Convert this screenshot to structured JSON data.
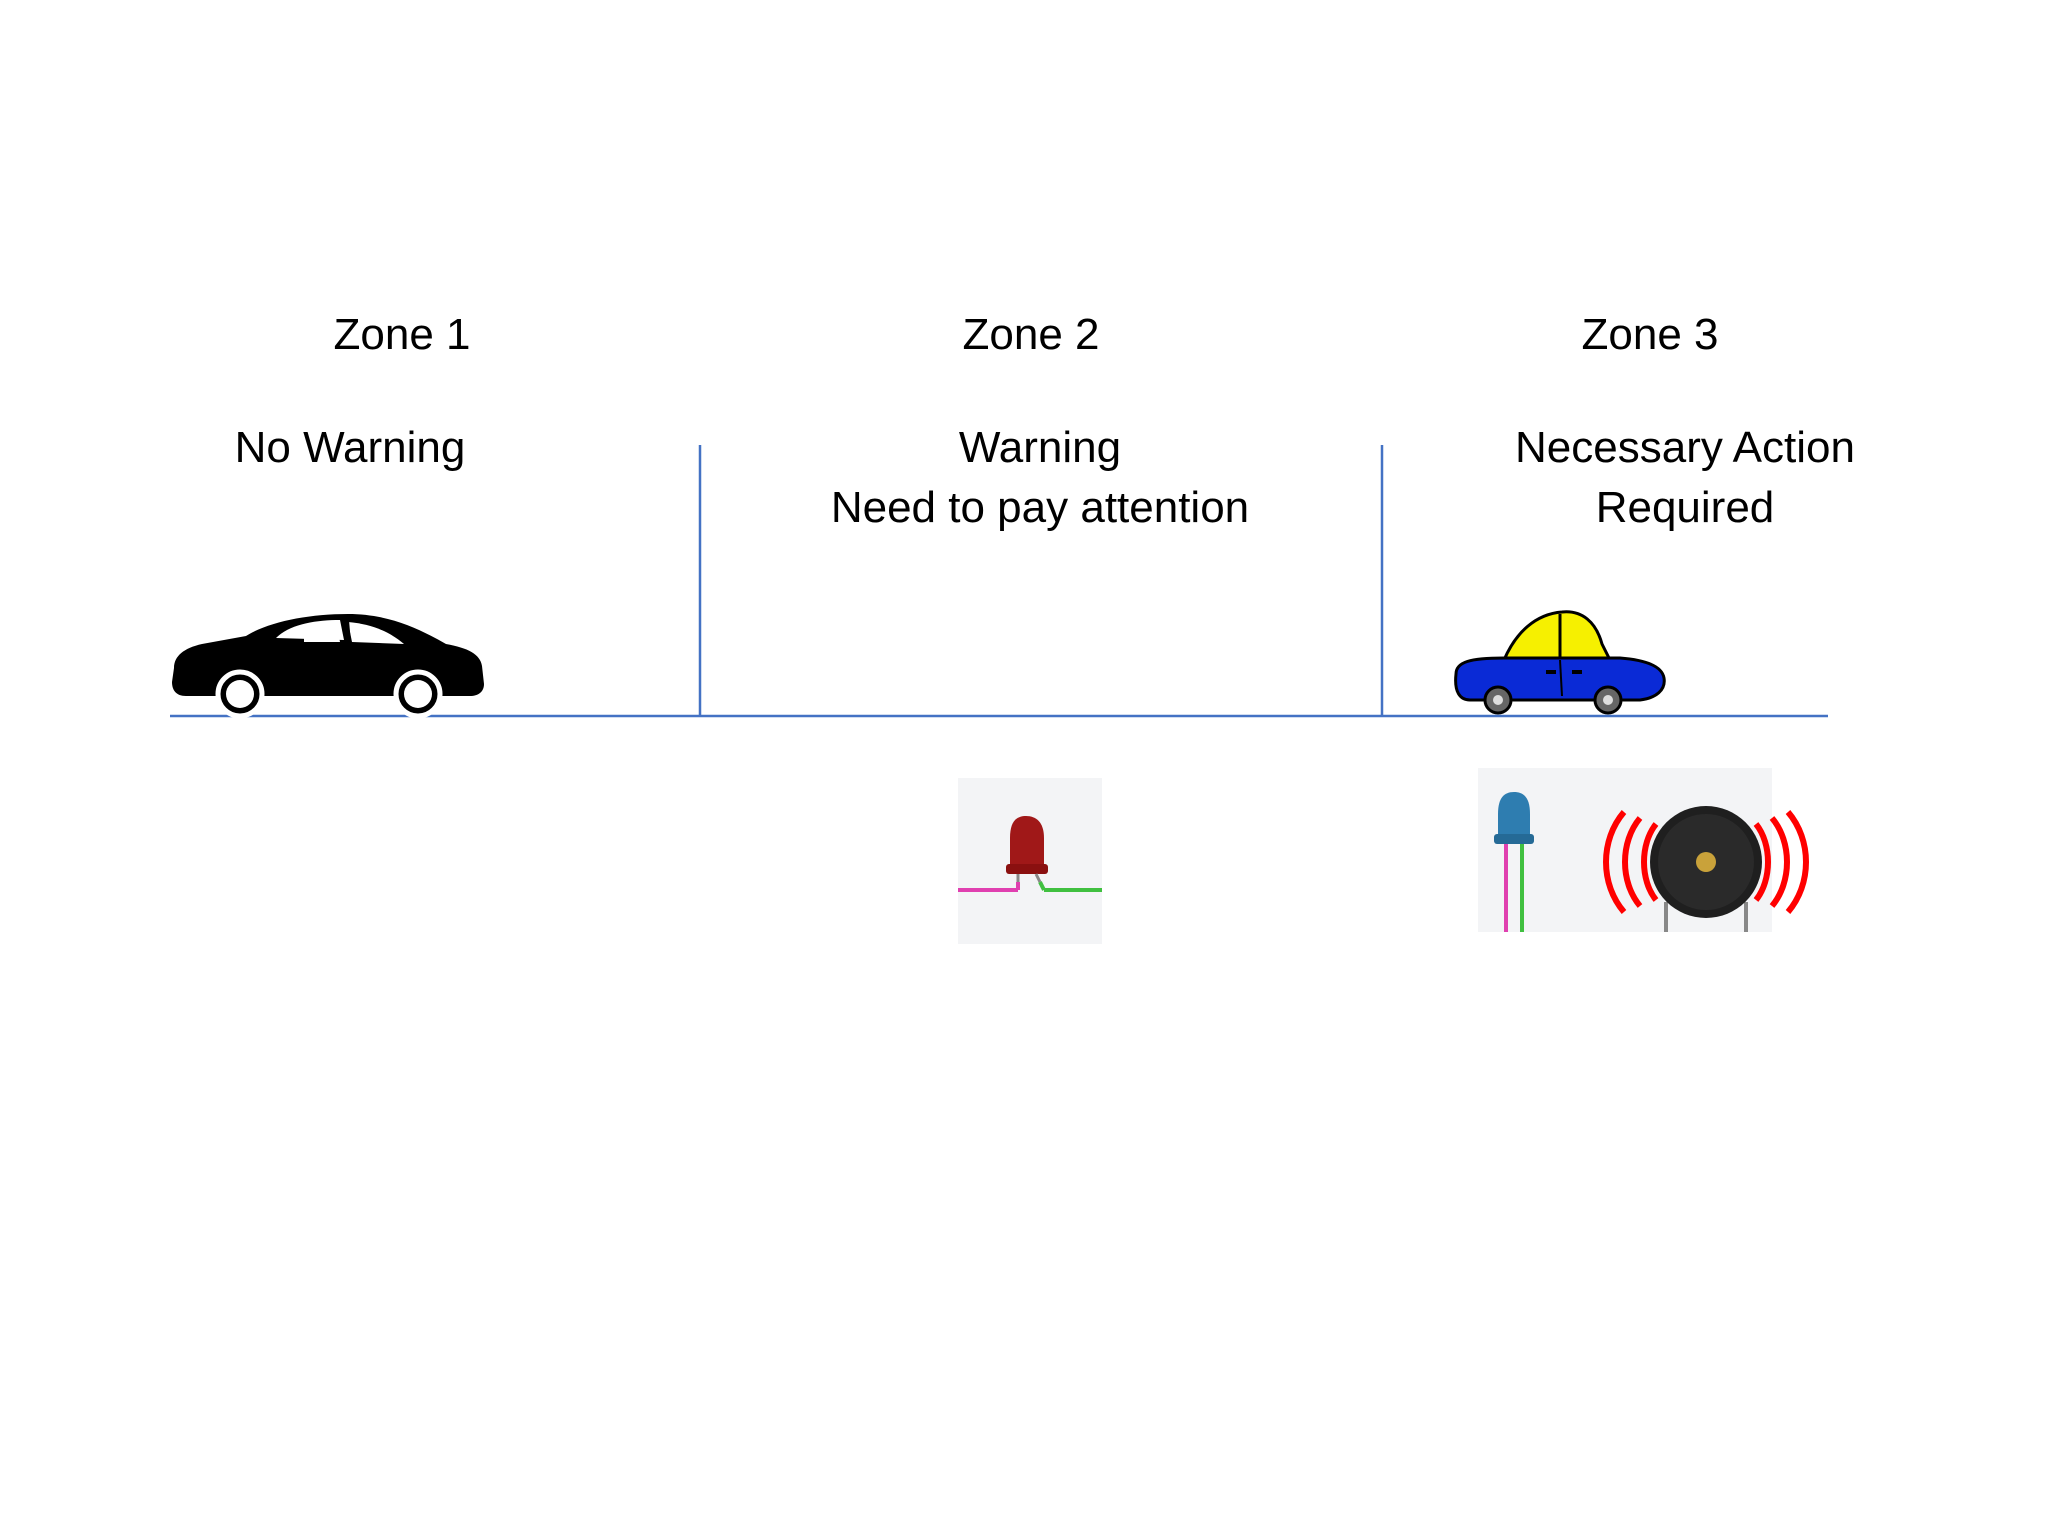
{
  "zones": [
    {
      "title": "Zone 1",
      "description": [
        "No Warning"
      ]
    },
    {
      "title": "Zone 2",
      "description": [
        "Warning",
        "Need to pay attention"
      ]
    },
    {
      "title": "Zone 3",
      "description": [
        "Necessary Action",
        "Required"
      ]
    }
  ],
  "colors": {
    "axis_line": "#4472c4",
    "black_car": "#000000",
    "blue_car_body": "#0a2ad6",
    "blue_car_windows": "#f6f000",
    "red_led": "#a01818",
    "blue_led": "#2e7db0",
    "buzzer_waves": "#ff0000"
  },
  "icons": {
    "zone1": "black-sedan-car-icon",
    "zone3_car": "blue-cartoon-car-icon",
    "zone2_indicator": "red-led-icon",
    "zone3_indicators": [
      "blue-led-icon",
      "buzzer-icon"
    ]
  }
}
